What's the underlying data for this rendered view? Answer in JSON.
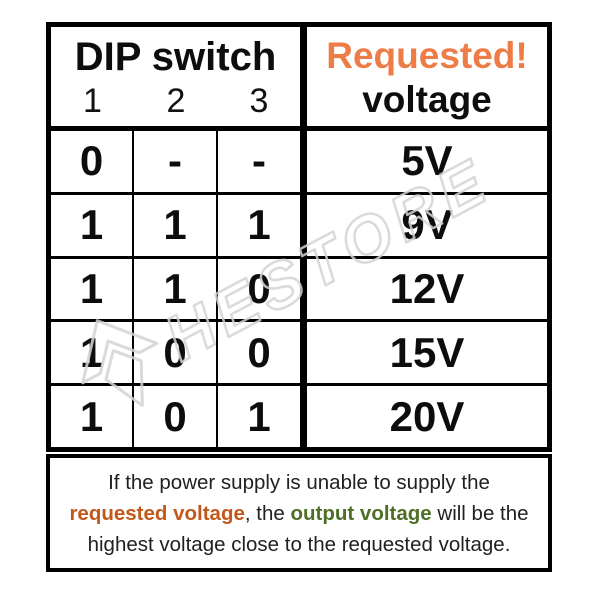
{
  "watermark": {
    "text": "HESTORE",
    "color": "#d4d4d4"
  },
  "table": {
    "header": {
      "title": "DIP switch",
      "col_numbers": [
        "1",
        "2",
        "3"
      ],
      "requested": "Requested!",
      "voltage_label": "voltage",
      "requested_color": "#ED7C47"
    },
    "rows": [
      {
        "s1": "0",
        "s2": "-",
        "s3": "-",
        "voltage": "5V"
      },
      {
        "s1": "1",
        "s2": "1",
        "s3": "1",
        "voltage": "9V"
      },
      {
        "s1": "1",
        "s2": "1",
        "s3": "0",
        "voltage": "12V"
      },
      {
        "s1": "1",
        "s2": "0",
        "s3": "0",
        "voltage": "15V"
      },
      {
        "s1": "1",
        "s2": "0",
        "s3": "1",
        "voltage": "20V"
      }
    ]
  },
  "footer": {
    "line1": "If the power supply is unable to supply the",
    "requested_phrase": "requested voltage",
    "mid": ", the ",
    "output_phrase": "output voltage",
    "line2_end": " will be the",
    "line3": "highest voltage close to the requested voltage.",
    "requested_color": "#C2591B",
    "output_color": "#4D6F28"
  }
}
